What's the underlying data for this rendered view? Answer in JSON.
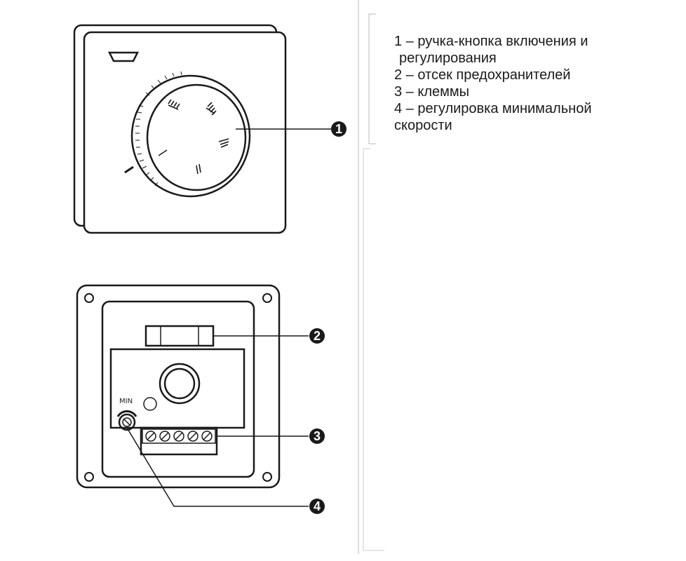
{
  "callouts": {
    "c1": "1",
    "c2": "2",
    "c3": "3",
    "c4": "4"
  },
  "min_label": "MIN",
  "legend": {
    "item1_line1": "1 – ручка-кнопка включения и",
    "item1_line2": "регулирования",
    "item2": "2 – отсек предохранителей",
    "item3": "3 – клеммы",
    "item4_line1": "4 – регулировка минимальной",
    "item4_line2": "скорости"
  },
  "colors": {
    "line": "#1a1a1a",
    "background": "#ffffff"
  }
}
